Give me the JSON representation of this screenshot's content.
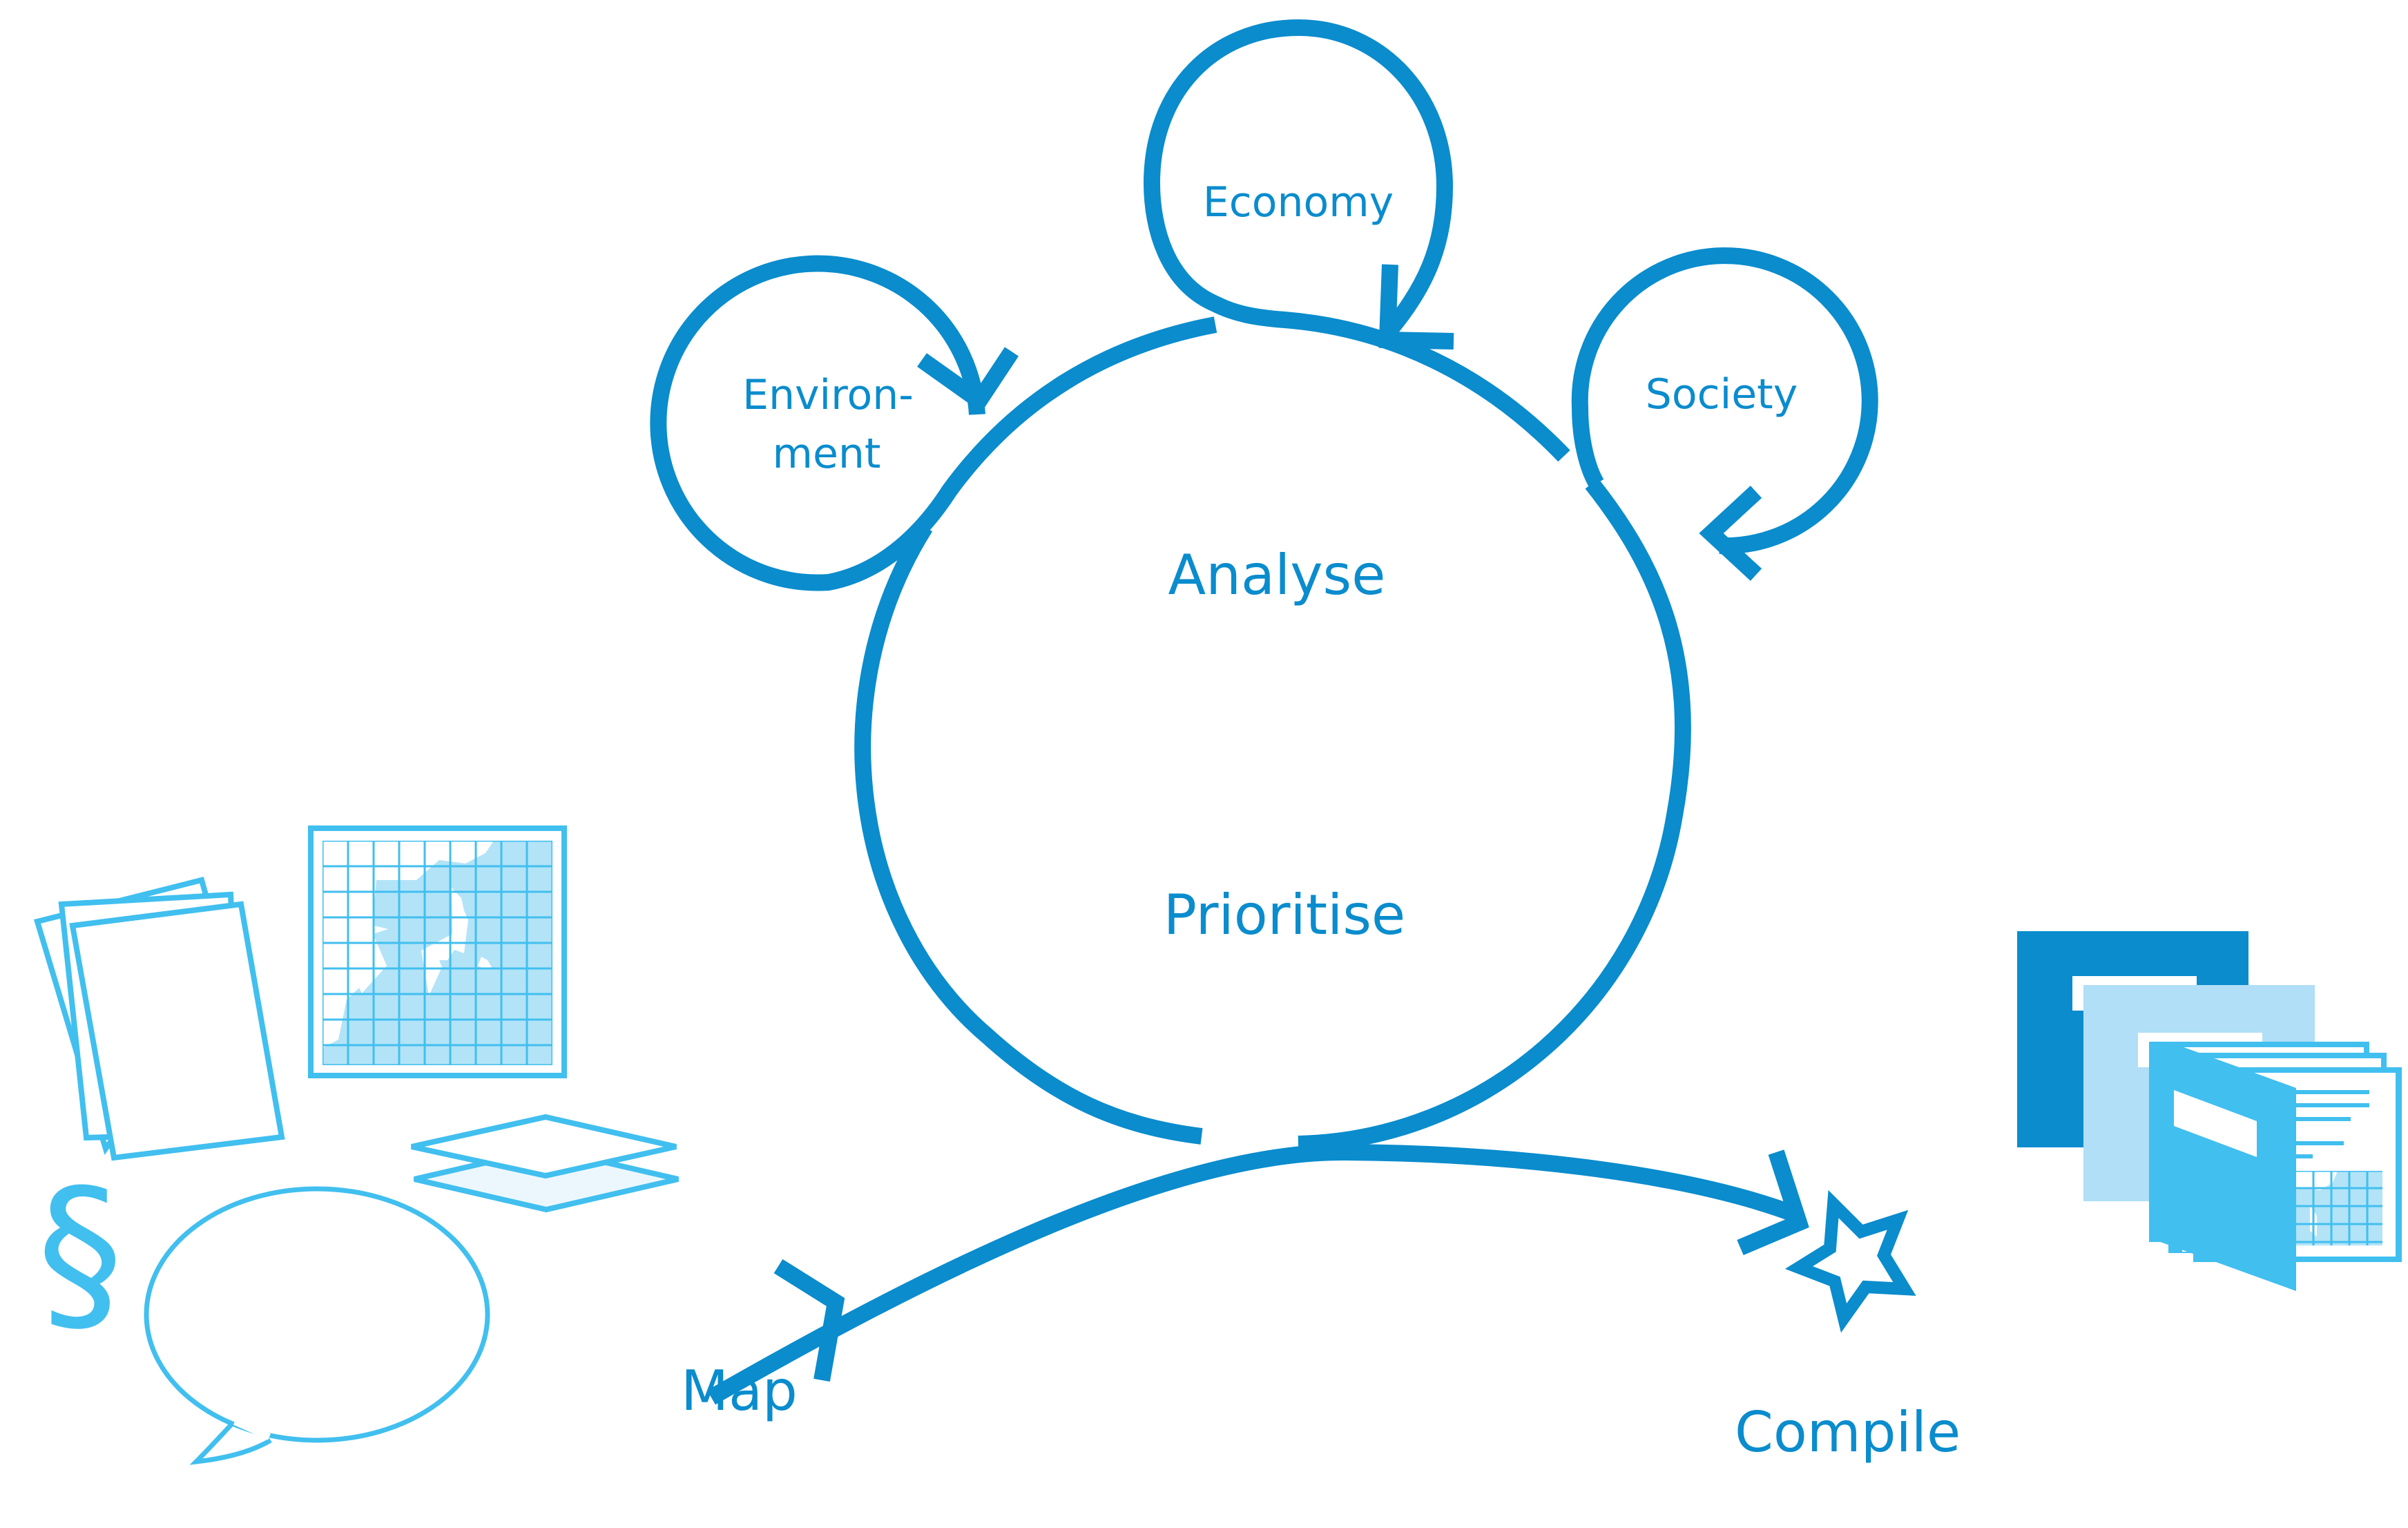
{
  "diagram": {
    "title_labels": {
      "analyse": "Analyse",
      "prioritise": "Prioritise",
      "map": "Map",
      "compile": "Compile"
    },
    "loops": [
      {
        "name": "environment",
        "line1": "Environ-",
        "line2": "ment"
      },
      {
        "name": "economy",
        "line1": "Economy"
      },
      {
        "name": "society",
        "line1": "Society"
      }
    ],
    "icons": {
      "paragraph_symbol": "§",
      "inputs": [
        "document-stack-icon",
        "map-grid-icon",
        "layers-icon",
        "speech-bubble-icon",
        "paragraph-icon"
      ],
      "result": [
        "star-icon",
        "report-stack-icon"
      ]
    },
    "colors": {
      "dark": "#0a8ccd",
      "mid": "#41bfef",
      "light": "#b0dff7",
      "pale": "#ecf7fd"
    }
  }
}
